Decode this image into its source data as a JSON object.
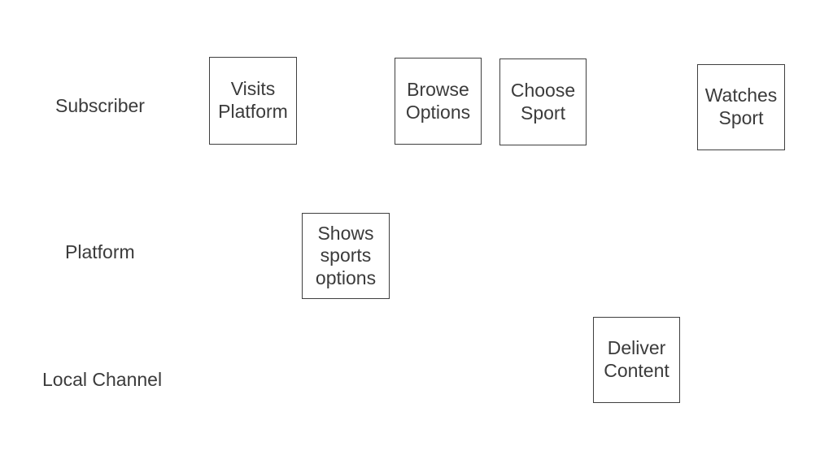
{
  "diagram": {
    "type": "swimlane-flow",
    "colors": {
      "background": "#ffffff",
      "box_border": "#3f3f3f",
      "text": "#3b3b3b"
    },
    "lanes": [
      {
        "label": "Subscriber"
      },
      {
        "label": "Platform"
      },
      {
        "label": "Local Channel"
      }
    ],
    "boxes": [
      {
        "label": "Visits Platform",
        "lane": "Subscriber"
      },
      {
        "label": "Browse Options",
        "lane": "Subscriber"
      },
      {
        "label": "Choose Sport",
        "lane": "Subscriber"
      },
      {
        "label": "Watches Sport",
        "lane": "Subscriber"
      },
      {
        "label": "Shows sports options",
        "lane": "Platform"
      },
      {
        "label": "Deliver Content",
        "lane": "Local Channel"
      }
    ]
  }
}
